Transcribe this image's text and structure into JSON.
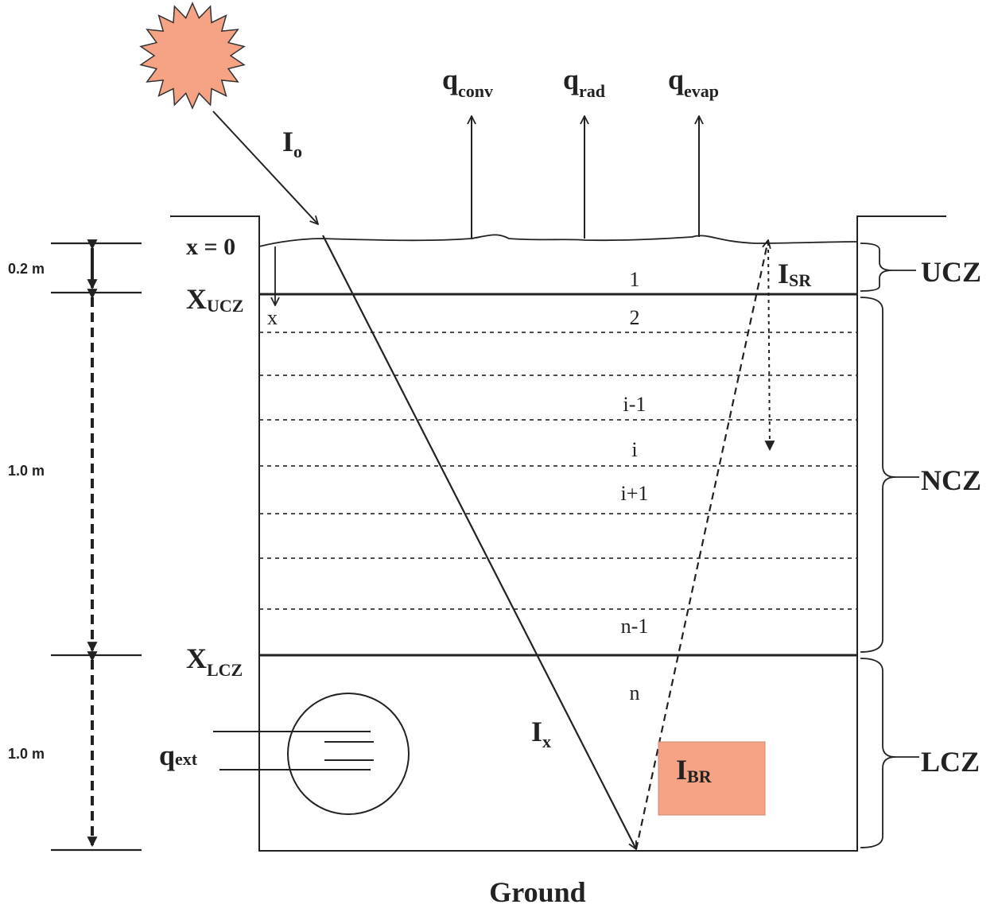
{
  "colors": {
    "sun": "#f5a384",
    "box": "#f5a384",
    "line": "#222222"
  },
  "labels": {
    "Io": {
      "main": "I",
      "sub": "o"
    },
    "q_conv": {
      "main": "q",
      "sub": "conv"
    },
    "q_rad": {
      "main": "q",
      "sub": "rad"
    },
    "q_evap": {
      "main": "q",
      "sub": "evap"
    },
    "x0": "x = 0",
    "x_ucz": {
      "main": "X",
      "sub": "UCZ"
    },
    "x_small": "x",
    "x_lcz": {
      "main": "X",
      "sub": "LCZ"
    },
    "I_sr": {
      "main": "I",
      "sub": "SR"
    },
    "I_x": {
      "main": "I",
      "sub": "x"
    },
    "I_br": {
      "main": "I",
      "sub": "BR"
    },
    "q_ext": {
      "main": "q",
      "sub": "ext"
    },
    "ground": "Ground"
  },
  "zones": {
    "ucz": "UCZ",
    "ncz": "NCZ",
    "lcz": "LCZ"
  },
  "dimensions": {
    "d1": "0.2 m",
    "d2": "1.0 m",
    "d3": "1.0 m"
  },
  "layers": {
    "l1": "1",
    "l2": "2",
    "l3": "i-1",
    "l4": "i",
    "l5": "i+1",
    "l6": "n-1",
    "l7": "n"
  }
}
